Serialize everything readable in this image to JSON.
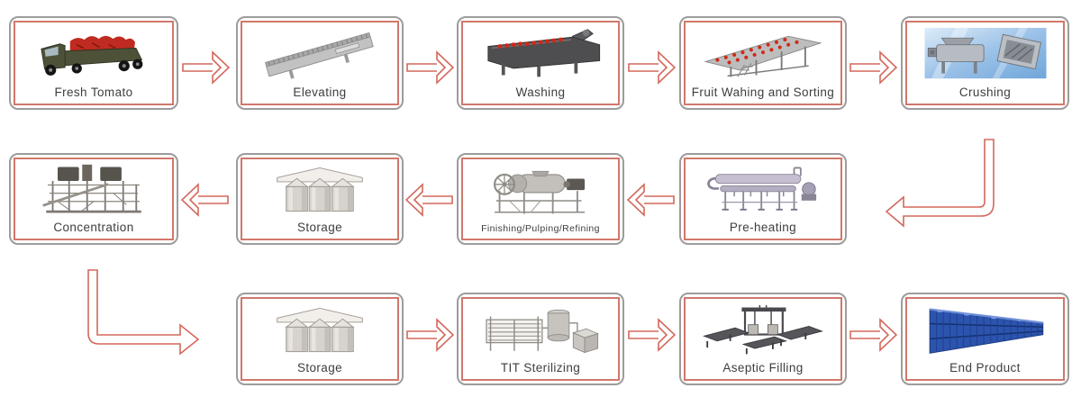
{
  "diagram": {
    "boxes": [
      {
        "label": "Fresh Tomato",
        "illustration": "tomato-truck"
      },
      {
        "label": "Elevating",
        "illustration": "elevating-conveyor"
      },
      {
        "label": "Washing",
        "illustration": "washing-machine"
      },
      {
        "label": "Fruit Wahing and Sorting",
        "illustration": "sorting-conveyor"
      },
      {
        "label": "Crushing",
        "illustration": "crushing-machines-photo"
      },
      {
        "label": "Pre-heating",
        "illustration": "preheater-tubes"
      },
      {
        "label": "Finishing/Pulping/Refining",
        "illustration": "pulping-machine"
      },
      {
        "label": "Storage",
        "illustration": "storage-silos"
      },
      {
        "label": "Concentration",
        "illustration": "evaporator-tower"
      },
      {
        "label": "Storage",
        "illustration": "storage-silos"
      },
      {
        "label": "TIT Sterilizing",
        "illustration": "sterilizer-unit"
      },
      {
        "label": "Aseptic Filling",
        "illustration": "aseptic-filler"
      },
      {
        "label": "End Product",
        "illustration": "blue-drums"
      }
    ],
    "flow_order": [
      "Fresh Tomato",
      "Elevating",
      "Washing",
      "Fruit Wahing and Sorting",
      "Crushing",
      "Pre-heating",
      "Finishing/Pulping/Refining",
      "Storage",
      "Concentration",
      "Storage",
      "TIT Sterilizing",
      "Aseptic Filling",
      "End Product"
    ],
    "colors": {
      "outer_border": "#9c9c9c",
      "inner_border": "#d1786b",
      "arrow": "#d4685c",
      "label_text": "#3d3d3d",
      "background": "#ffffff"
    }
  }
}
